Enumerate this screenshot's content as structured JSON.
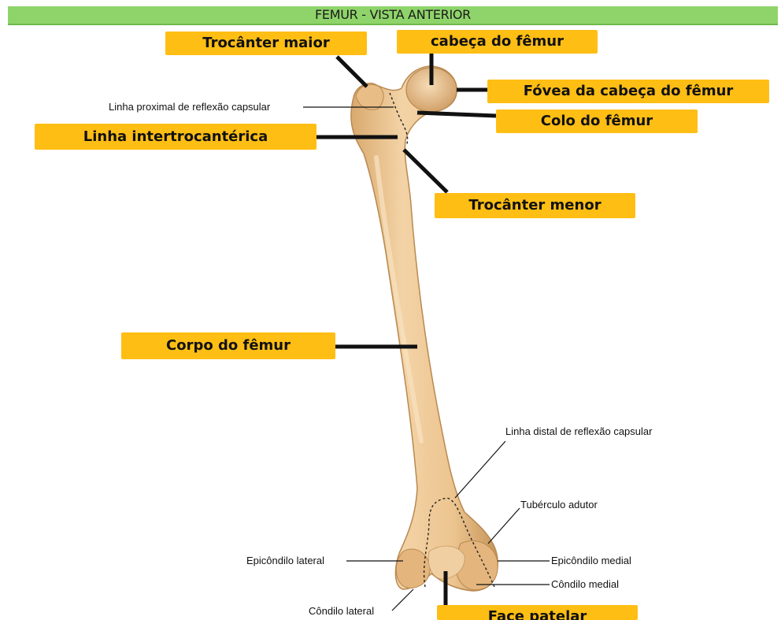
{
  "title": "FEMUR - VISTA ANTERIOR",
  "labels": {
    "trocanter_maior": "Trocânter maior",
    "cabeca_femur": "cabeça do fêmur",
    "fovea": "Fóvea da cabeça do fêmur",
    "colo": "Colo do fêmur",
    "linha_intertrocanterica": "Linha intertrocantérica",
    "trocanter_menor": "Trocânter menor",
    "corpo": "Corpo do fêmur",
    "face_patelar": "Face patelar"
  },
  "small_labels": {
    "linha_proximal": "Linha proximal de reflexão capsular",
    "linha_distal": "Linha distal de reflexão capsular",
    "tuberculo_adutor": "Tubérculo adutor",
    "epicondilo_lateral": "Epicôndilo lateral",
    "epicondilo_medial": "Epicôndilo medial",
    "condilo_medial": "Côndilo medial",
    "condilo_lateral": "Côndilo lateral"
  },
  "colors": {
    "header": "#8fd46a",
    "label_fill": "#ffbe14",
    "bone": "#ecc48f",
    "bone_shadow": "#c99a5c",
    "leader": "#111111"
  }
}
